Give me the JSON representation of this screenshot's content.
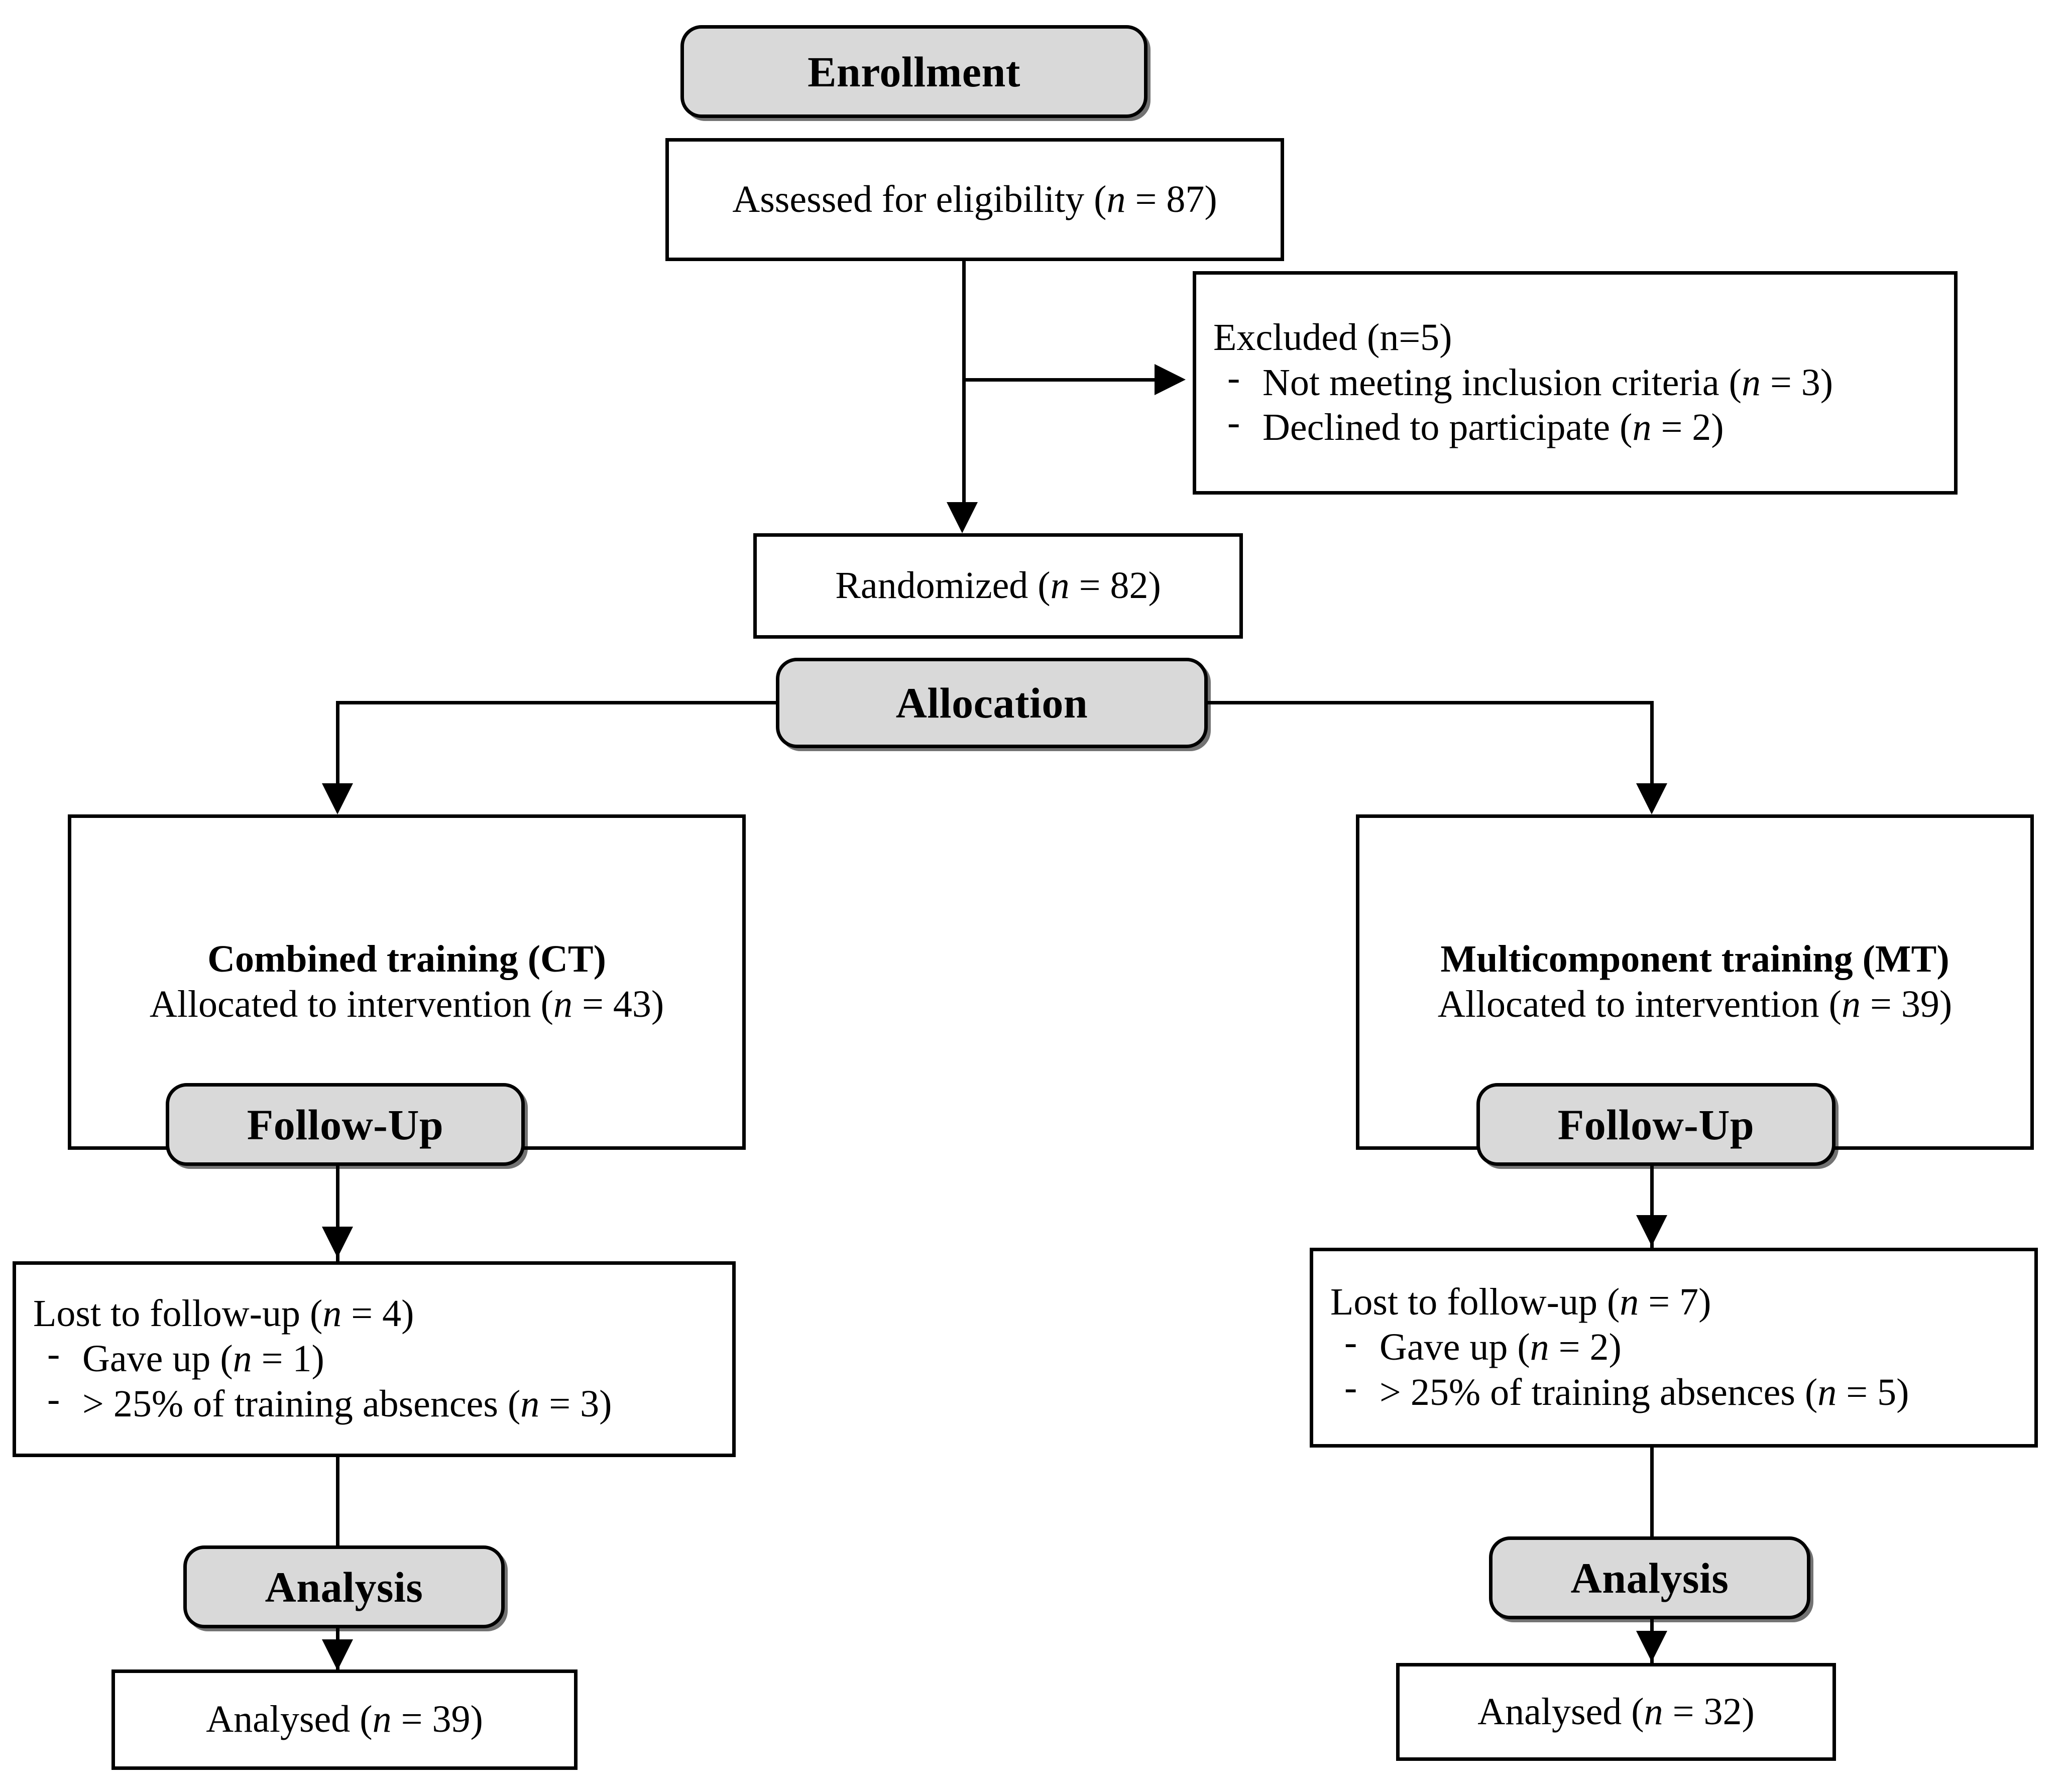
{
  "diagram": {
    "title": "CONSORT participant flow diagram",
    "colors": {
      "stage_fill": "#d9d9d9",
      "box_fill": "#ffffff",
      "line": "#000000"
    }
  },
  "stages": {
    "enrollment": "Enrollment",
    "allocation": "Allocation",
    "followup_left": "Follow-Up",
    "followup_right": "Follow-Up",
    "analysis_left": "Analysis",
    "analysis_right": "Analysis"
  },
  "nodes": {
    "assessed": {
      "text_pre": "Assessed for eligibility (",
      "italic_n": "n",
      "text_post": " = 87)"
    },
    "excluded": {
      "heading": "Excluded (n=5)",
      "items": [
        {
          "pre": "Not meeting inclusion criteria (",
          "italic_n": "n",
          "post": " = 3)"
        },
        {
          "pre": "Declined to participate (",
          "italic_n": "n",
          "post": " = 2)"
        }
      ],
      "bullet_glyph": "-"
    },
    "randomized": {
      "text_pre": "Randomized (",
      "italic_n": "n",
      "text_post": " = 82)"
    },
    "allocated_left": {
      "title": "Combined training (CT)",
      "text_pre": "Allocated to intervention (",
      "italic_n": "n",
      "text_post": " = 43)"
    },
    "allocated_right": {
      "title": "Multicomponent training (MT)",
      "text_pre": "Allocated to intervention (",
      "italic_n": "n",
      "text_post": " = 39)"
    },
    "lost_left": {
      "heading_pre": "Lost to follow-up (",
      "heading_n": "n",
      "heading_post": " = 4)",
      "items": [
        {
          "pre": "Gave up (",
          "italic_n": "n",
          "post": " = 1)"
        },
        {
          "pre": "> 25% of training absences (",
          "italic_n": "n",
          "post": " = 3)"
        }
      ],
      "bullet_glyph": "-"
    },
    "lost_right": {
      "heading_pre": "Lost to follow-up (",
      "heading_n": "n",
      "heading_post": " = 7)",
      "items": [
        {
          "pre": "Gave up (",
          "italic_n": "n",
          "post": " = 2)"
        },
        {
          "pre": "> 25% of training absences (",
          "italic_n": "n",
          "post": " = 5)"
        }
      ],
      "bullet_glyph": "-"
    },
    "analysed_left": {
      "text_pre": "Analysed (",
      "italic_n": "n",
      "text_post": " = 39)"
    },
    "analysed_right": {
      "text_pre": "Analysed (",
      "italic_n": "n",
      "text_post": " = 32)"
    }
  }
}
